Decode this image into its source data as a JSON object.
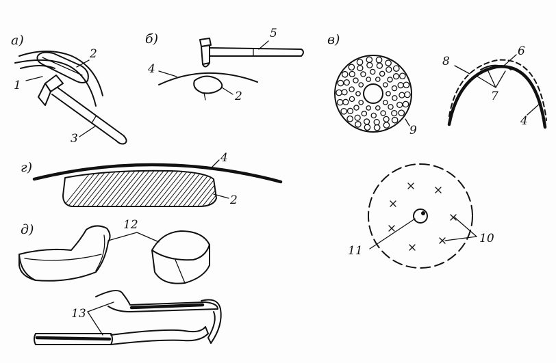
{
  "panels": {
    "a": "а)",
    "b": "б)",
    "v": "в)",
    "g": "г)",
    "d": "д)"
  },
  "callouts": {
    "a_1": "1",
    "a_2": "2",
    "a_3": "3",
    "b_4": "4",
    "b_5": "5",
    "b_2": "2",
    "v_9": "9",
    "v_8": "8",
    "v_6": "6",
    "v_7": "7",
    "v_4": "4",
    "g_4": "4",
    "g_2": "2",
    "v_10": "10",
    "v_11": "11",
    "d_12": "12",
    "d_13": "13"
  }
}
